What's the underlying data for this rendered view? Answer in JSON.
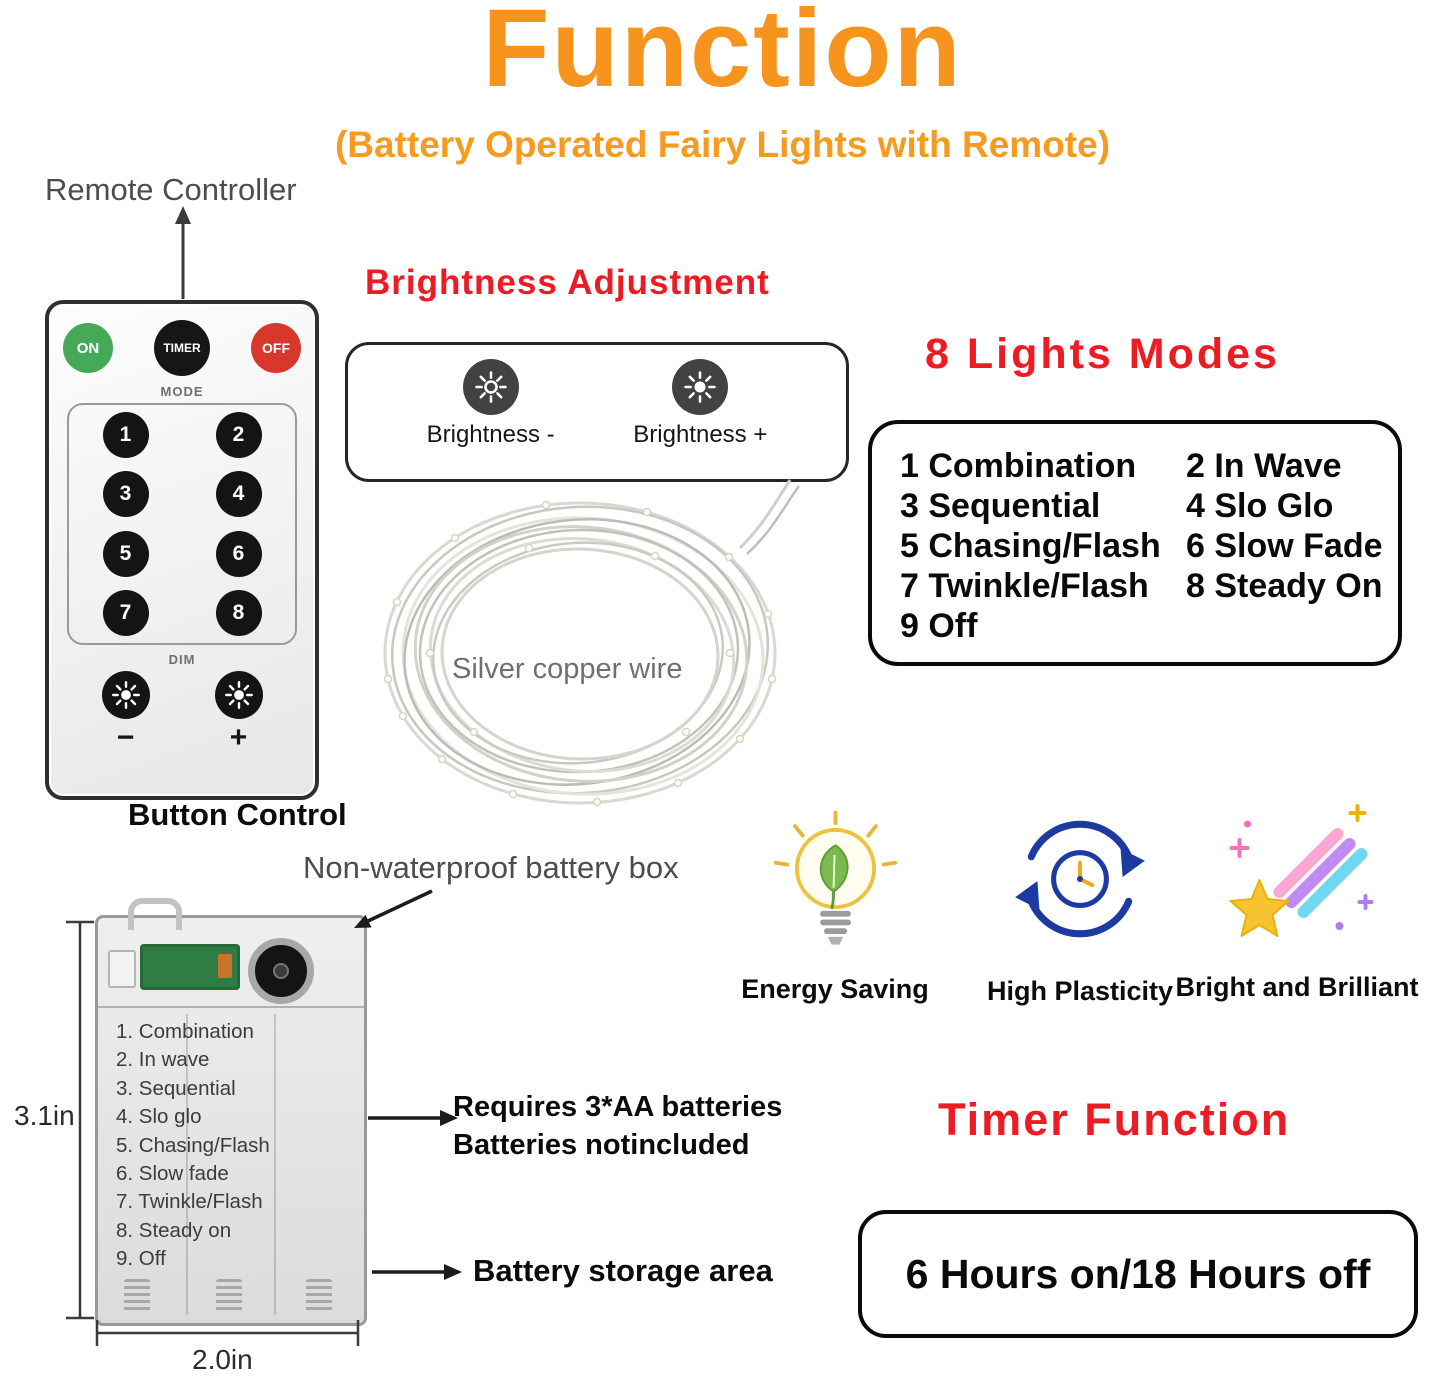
{
  "title": "Function",
  "subtitle": "(Battery Operated Fairy Lights with Remote)",
  "remote": {
    "label": "Remote Controller",
    "button_control_label": "Button Control",
    "on_label": "ON",
    "timer_label": "TIMER",
    "off_label": "OFF",
    "mode_label": "MODE",
    "mode_buttons": [
      "1",
      "2",
      "3",
      "4",
      "5",
      "6",
      "7",
      "8"
    ],
    "dim_label": "DIM",
    "dim_minus": "−",
    "dim_plus": "+"
  },
  "brightness": {
    "heading": "Brightness Adjustment",
    "minus_label": "Brightness -",
    "plus_label": "Brightness +"
  },
  "wire": {
    "label": "Silver copper wire"
  },
  "modes": {
    "heading": "8 Lights Modes",
    "rows": [
      [
        "1 Combination",
        "2 In Wave"
      ],
      [
        "3 Sequential",
        "4 Slo Glo"
      ],
      [
        "5 Chasing/Flash",
        "6 Slow Fade"
      ],
      [
        "7 Twinkle/Flash",
        "8 Steady On"
      ],
      [
        "9 Off",
        ""
      ]
    ]
  },
  "battery_box": {
    "label": "Non-waterproof battery box",
    "printed_modes": [
      "1. Combination",
      "2. In wave",
      "3. Sequential",
      "4. Slo glo",
      "5. Chasing/Flash",
      "6. Slow fade",
      "7. Twinkle/Flash",
      "8. Steady on",
      "9. Off"
    ],
    "height_label": "3.1in",
    "width_label": "2.0in",
    "requires_line1": "Requires 3*AA batteries",
    "requires_line2": "Batteries notincluded",
    "storage_label": "Battery storage area"
  },
  "features": [
    {
      "icon": "energy-saving-icon",
      "label": "Energy Saving"
    },
    {
      "icon": "recycle-clock-icon",
      "label": "High Plasticity"
    },
    {
      "icon": "shooting-star-icon",
      "label": "Bright and Brilliant"
    }
  ],
  "timer": {
    "heading": "Timer Function",
    "value": "6 Hours on/18 Hours off"
  },
  "colors": {
    "title_orange": "#F7941D",
    "heading_red": "#ED1C24",
    "text_black": "#0B0B0B",
    "label_gray": "#4D4D4D"
  }
}
